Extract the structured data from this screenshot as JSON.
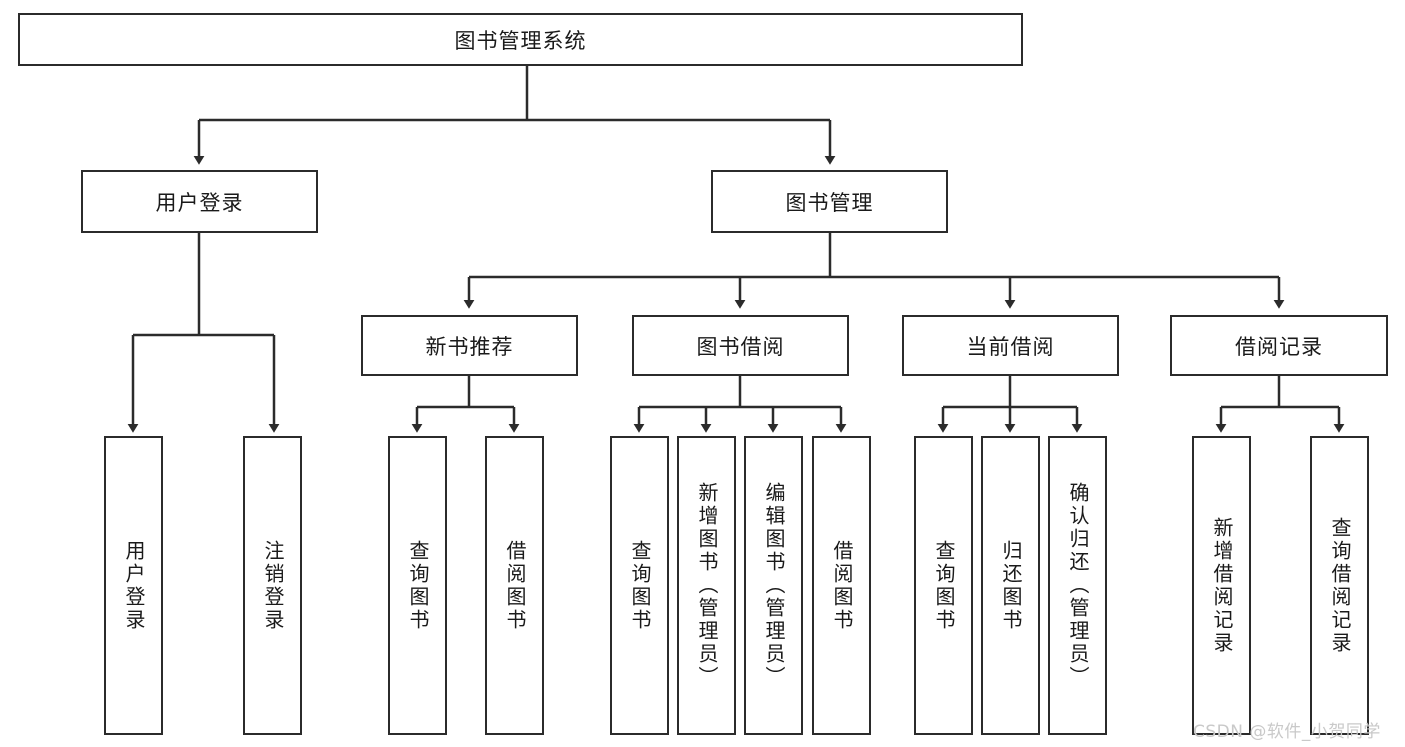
{
  "diagram": {
    "type": "tree",
    "title": "图书管理系统",
    "root": {
      "label": "图书管理系统"
    },
    "level2": [
      {
        "label": "用户登录"
      },
      {
        "label": "图书管理"
      }
    ],
    "level3": [
      {
        "label": "新书推荐"
      },
      {
        "label": "图书借阅"
      },
      {
        "label": "当前借阅"
      },
      {
        "label": "借阅记录"
      }
    ],
    "leaves": {
      "user_login": [
        {
          "label": "用户登录"
        },
        {
          "label": "注销登录"
        }
      ],
      "new_book_rec": [
        {
          "label": "查询图书"
        },
        {
          "label": "借阅图书"
        }
      ],
      "book_borrow": [
        {
          "label": "查询图书"
        },
        {
          "label": "新增图书（管理员）"
        },
        {
          "label": "编辑图书（管理员）"
        },
        {
          "label": "借阅图书"
        }
      ],
      "current_borrow": [
        {
          "label": "查询图书"
        },
        {
          "label": "归还图书"
        },
        {
          "label": "确认归还（管理员）"
        }
      ],
      "borrow_record": [
        {
          "label": "新增借阅记录"
        },
        {
          "label": "查询借阅记录"
        }
      ]
    },
    "watermark": "CSDN @软件_小贺同学",
    "colors": {
      "stroke": "#2b2b2b",
      "fill": "#ffffff",
      "text": "#1a1a1a",
      "watermark": "#c9c9c9"
    }
  }
}
